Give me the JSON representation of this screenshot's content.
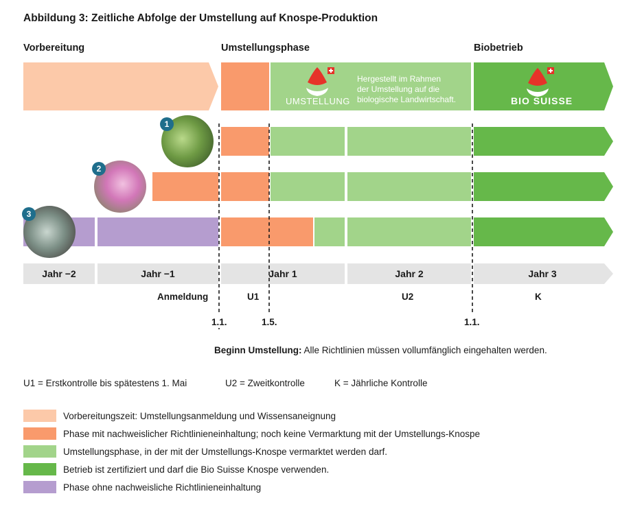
{
  "title": "Abbildung 3:  Zeitliche Abfolge der Umstellung auf Knospe-Produktion",
  "phases": {
    "vorbereitung": "Vorbereitung",
    "umstellung": "Umstellungsphase",
    "biobetrieb": "Biobetrieb"
  },
  "band": {
    "umstellung_logo": "UMSTELLUNG",
    "umstellung_text": [
      "Hergestellt im Rahmen",
      "der Umstellung auf die",
      "biologische Landwirtschaft."
    ],
    "biosuisse_logo": "BIO SUISSE"
  },
  "examples": [
    "1",
    "2",
    "3"
  ],
  "years": {
    "y_minus2": "Jahr −2",
    "y_minus1": "Jahr −1",
    "y1": "Jahr 1",
    "y2": "Jahr 2",
    "y3": "Jahr 3"
  },
  "markers": {
    "anmeldung": "Anmeldung",
    "u1": "U1",
    "u2": "U2",
    "k": "K",
    "date_jan1": "1.1.",
    "date_may1": "1.5.",
    "date_jan1_b": "1.1."
  },
  "beginn": {
    "label": "Beginn Umstellung:",
    "text": " Alle Richtlinien müssen vollumfänglich eingehalten werden."
  },
  "abbreviations": {
    "u1": "U1 = Erstkontrolle bis spätestens 1. Mai",
    "u2": "U2 = Zweitkontrolle",
    "k": "K = Jährliche Kontrolle"
  },
  "colors": {
    "peach": "#fcc9a9",
    "orange": "#f99a6c",
    "lightgreen": "#a2d48a",
    "green": "#66b84a",
    "purple": "#b59dcf",
    "grey": "#e4e4e4"
  },
  "legend": [
    {
      "color": "#fcc9a9",
      "label": "Vorbereitungszeit: Umstellungsanmeldung und Wissensaneignung"
    },
    {
      "color": "#f99a6c",
      "label": "Phase mit nachweislicher Richtlinieneinhaltung; noch keine Vermarktung mit der Umstellungs-Knospe"
    },
    {
      "color": "#a2d48a",
      "label": "Umstellungsphase, in der mit der Umstellungs-Knospe vermarktet werden darf."
    },
    {
      "color": "#66b84a",
      "label": "Betrieb ist zertifiziert und darf die Bio Suisse Knospe verwenden."
    },
    {
      "color": "#b59dcf",
      "label": "Phase ohne nachweisliche Richtlinieneinhaltung"
    }
  ]
}
